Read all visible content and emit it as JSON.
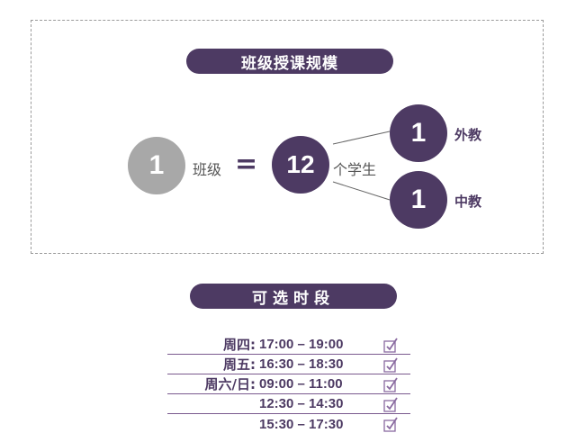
{
  "section1": {
    "title": "班级授课规模"
  },
  "scale": {
    "class_count": "1",
    "class_label": "班级",
    "equals": "=",
    "student_count": "12",
    "student_label": "个学生",
    "foreign_teacher_count": "1",
    "foreign_teacher_label": "外教",
    "chinese_teacher_count": "1",
    "chinese_teacher_label": "中教"
  },
  "section2": {
    "title": "可选时段"
  },
  "schedule": [
    {
      "day": "周四:",
      "time": "17:00 – 19:00"
    },
    {
      "day": "周五:",
      "time": "16:30 – 18:30"
    },
    {
      "day": "周六/日:",
      "time": "09:00 – 11:00"
    },
    {
      "day": "",
      "time": "12:30 – 14:30"
    },
    {
      "day": "",
      "time": "15:30 – 17:30"
    }
  ],
  "colors": {
    "brand": "#4d3a63",
    "grey_circle": "#a8a8a8",
    "check": "#8a6aa0"
  }
}
